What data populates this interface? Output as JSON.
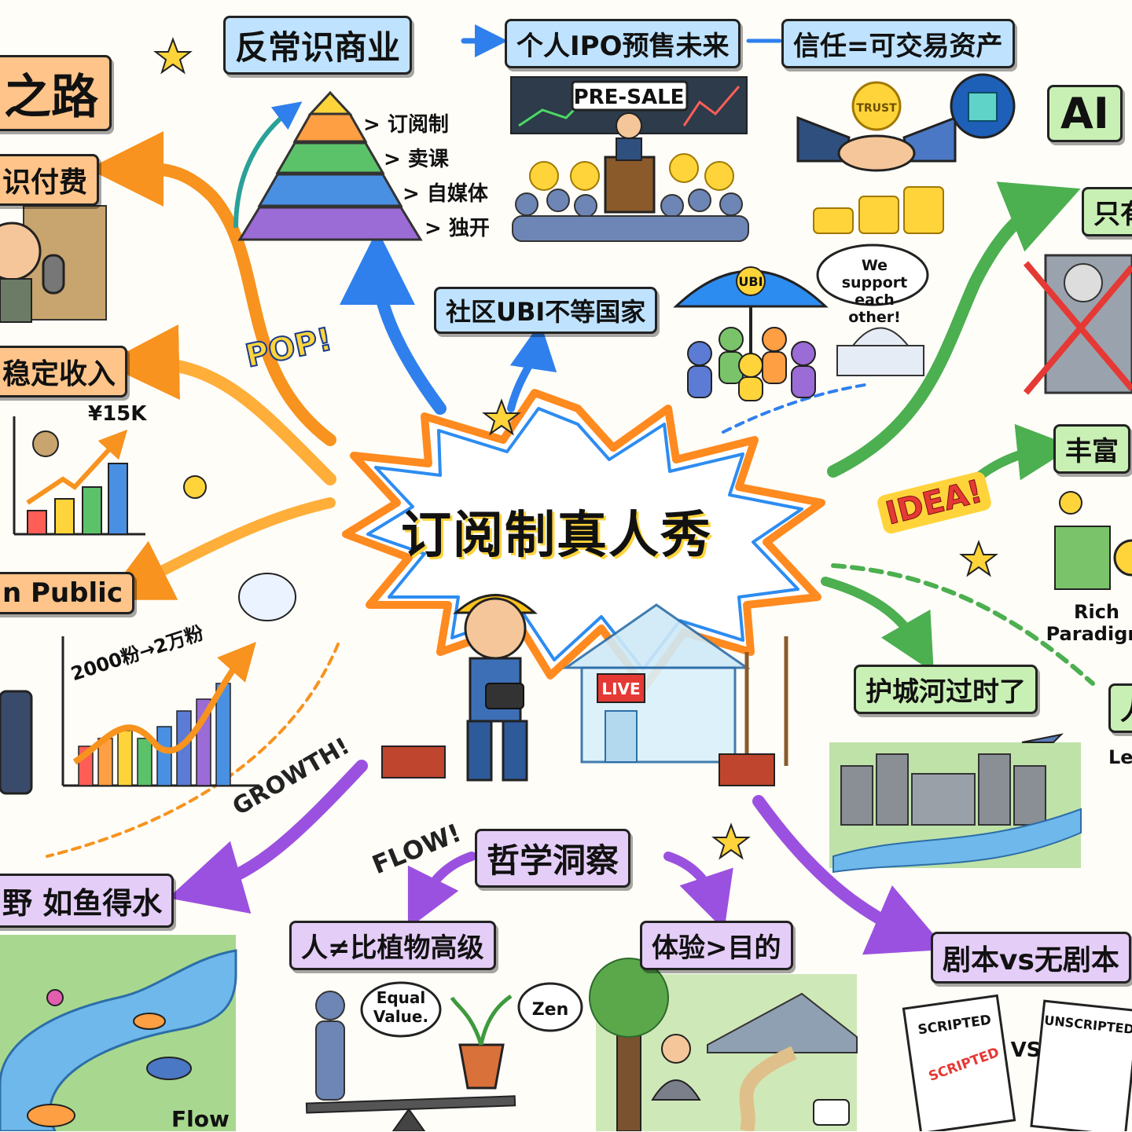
{
  "center": {
    "title": "订阅制真人秀",
    "badge": "LIVE"
  },
  "left": {
    "road_title": "之路",
    "knowledge_pay": "识付费",
    "stable_income": "稳定收入",
    "income_value": "¥15K",
    "build_public": "n Public",
    "fans_growth": "2000粉→2万粉",
    "wild_fish": "野 如鱼得水",
    "flow_caption": "Flow"
  },
  "top": {
    "contrarian": "反常识商业",
    "ipo": "个人IPO预售未来",
    "trust_asset": "信任=可交易资产",
    "presale": "PRE-SALE",
    "trust": "TRUST",
    "pyramid_items": [
      "订阅制",
      "卖课",
      "自媒体",
      "独开"
    ],
    "ubi": "社区UBI不等国家",
    "ubi_umbrella": "UBI",
    "support_bubble": "We support each other!"
  },
  "right": {
    "ai": "AI",
    "only": "只有",
    "rich": "丰富",
    "rich_paradigm": "Rich Paradigm",
    "moat": "护城河过时了",
    "person_cut": "人",
    "le": "Le",
    "script": "剧本vs无剧本"
  },
  "bottom": {
    "philosophy": "哲学洞察",
    "human_plant": "人≠比植物高级",
    "experience": "体验>目的",
    "equal_value": "Equal Value.",
    "zen": "Zen",
    "scripted": "SCRIPTED",
    "unscripted": "UNSCRIPTED",
    "vs": "VS"
  },
  "bursts": {
    "pop": "POP!",
    "idea": "IDEA!",
    "growth": "GROWTH!",
    "flow": "FLOW!"
  },
  "colors": {
    "orange": "#f7931e",
    "blue": "#2f80ed",
    "green": "#4caf50",
    "purple": "#9b51e0",
    "burst_orange": "#ff8a1f",
    "burst_blue": "#2d8cf0",
    "yellow": "#ffd43b"
  }
}
